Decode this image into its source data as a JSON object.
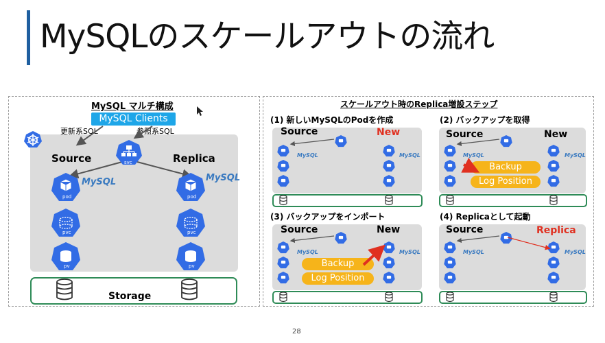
{
  "slide": {
    "title": "MySQLのスケールアウトの流れ",
    "page_number": "28"
  },
  "left": {
    "title": "MySQL マルチ構成",
    "clients_label": "MySQL Clients",
    "update_sql": "更新系SQL",
    "reference_sql": "参照系SQL",
    "source_label": "Source",
    "replica_label": "Replica",
    "svc_label": "svc",
    "pod_label": "pod",
    "pvc_label": "pvc",
    "pv_label": "pv",
    "storage_label": "Storage",
    "mysql_logo": "MySQL"
  },
  "right": {
    "title": "スケールアウト時のReplica増設ステップ",
    "steps": [
      {
        "heading": "(1) 新しいMySQLのPodを作成",
        "left": "Source",
        "right": "New"
      },
      {
        "heading": "(2) バックアップを取得",
        "left": "Source",
        "right": "New",
        "pill1": "Backup",
        "pill2": "Log Position"
      },
      {
        "heading": "(3) バックアップをインポート",
        "left": "Source",
        "right": "New",
        "pill1": "Backup",
        "pill2": "Log Position"
      },
      {
        "heading": "(4) Replicaとして起動",
        "left": "Source",
        "right": "Replica"
      }
    ],
    "mysql_logo": "MySQL"
  },
  "colors": {
    "k8s_blue": "#326ce5",
    "accent_red": "#e03020",
    "storage_green": "#2e8b57",
    "clients_blue": "#1ea6e8",
    "pill_orange": "#f6b41a"
  }
}
